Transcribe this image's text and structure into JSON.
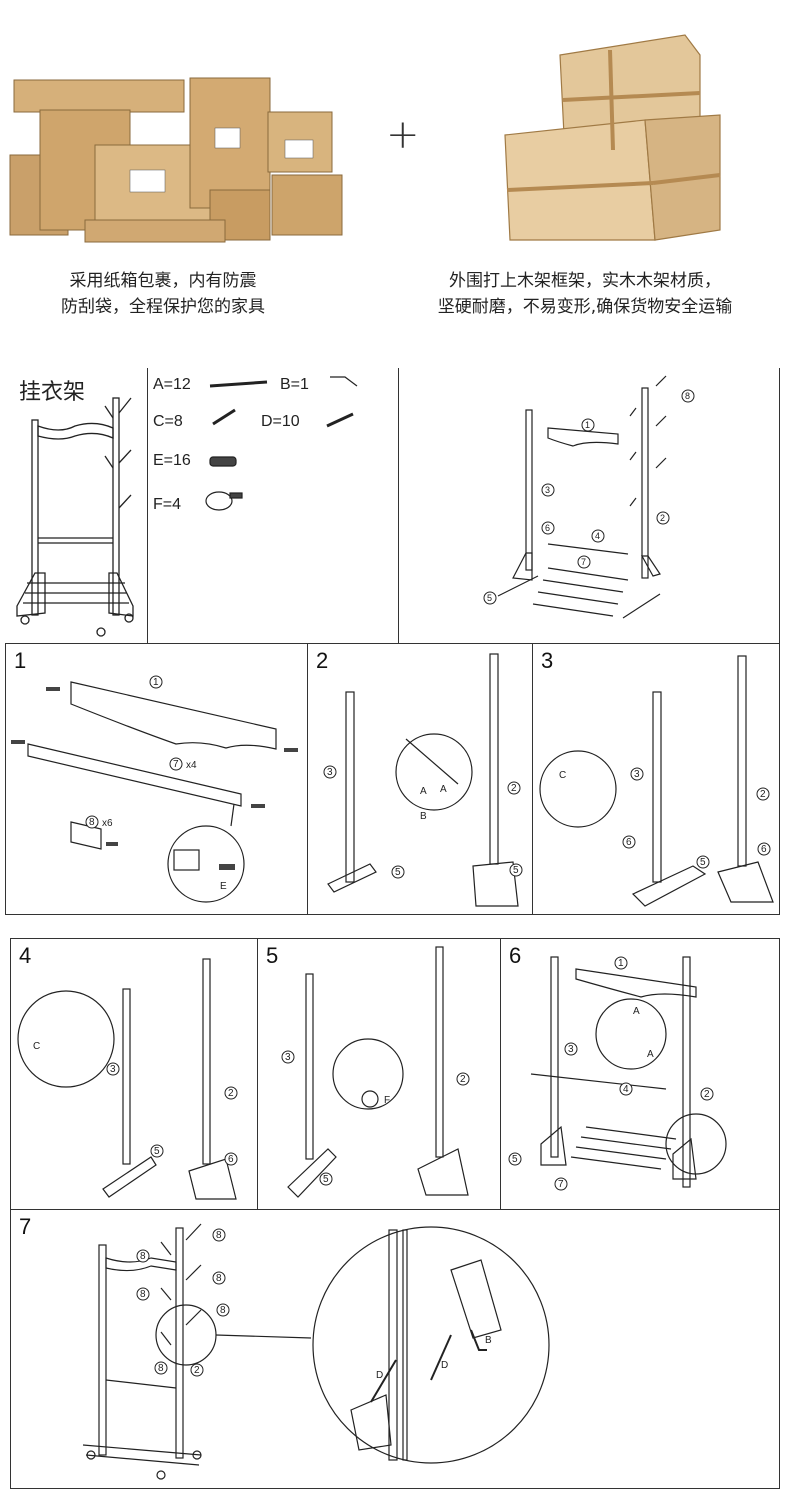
{
  "top": {
    "plus": "+",
    "left_caption": [
      "采用纸箱包裹，内有防震",
      "防刮袋，全程保护您的家具"
    ],
    "right_caption": [
      "外围打上木架框架，实木木架材质，",
      "坚硬耐磨，不易变形,确保货物安全运输"
    ]
  },
  "product": {
    "title": "挂衣架",
    "parts": [
      {
        "label": "A=12"
      },
      {
        "label": "B=1"
      },
      {
        "label": "C=8"
      },
      {
        "label": "D=10"
      },
      {
        "label": "E=16"
      },
      {
        "label": "F=4"
      }
    ]
  },
  "steps": [
    "1",
    "2",
    "3",
    "4",
    "5",
    "6",
    "7"
  ],
  "callouts": {
    "x4": "x4",
    "x6": "x6",
    "A": "A",
    "B": "B",
    "C": "C",
    "D": "D",
    "E": "E",
    "F": "F"
  },
  "part_numbers": [
    "1",
    "2",
    "3",
    "4",
    "5",
    "6",
    "7",
    "8"
  ]
}
